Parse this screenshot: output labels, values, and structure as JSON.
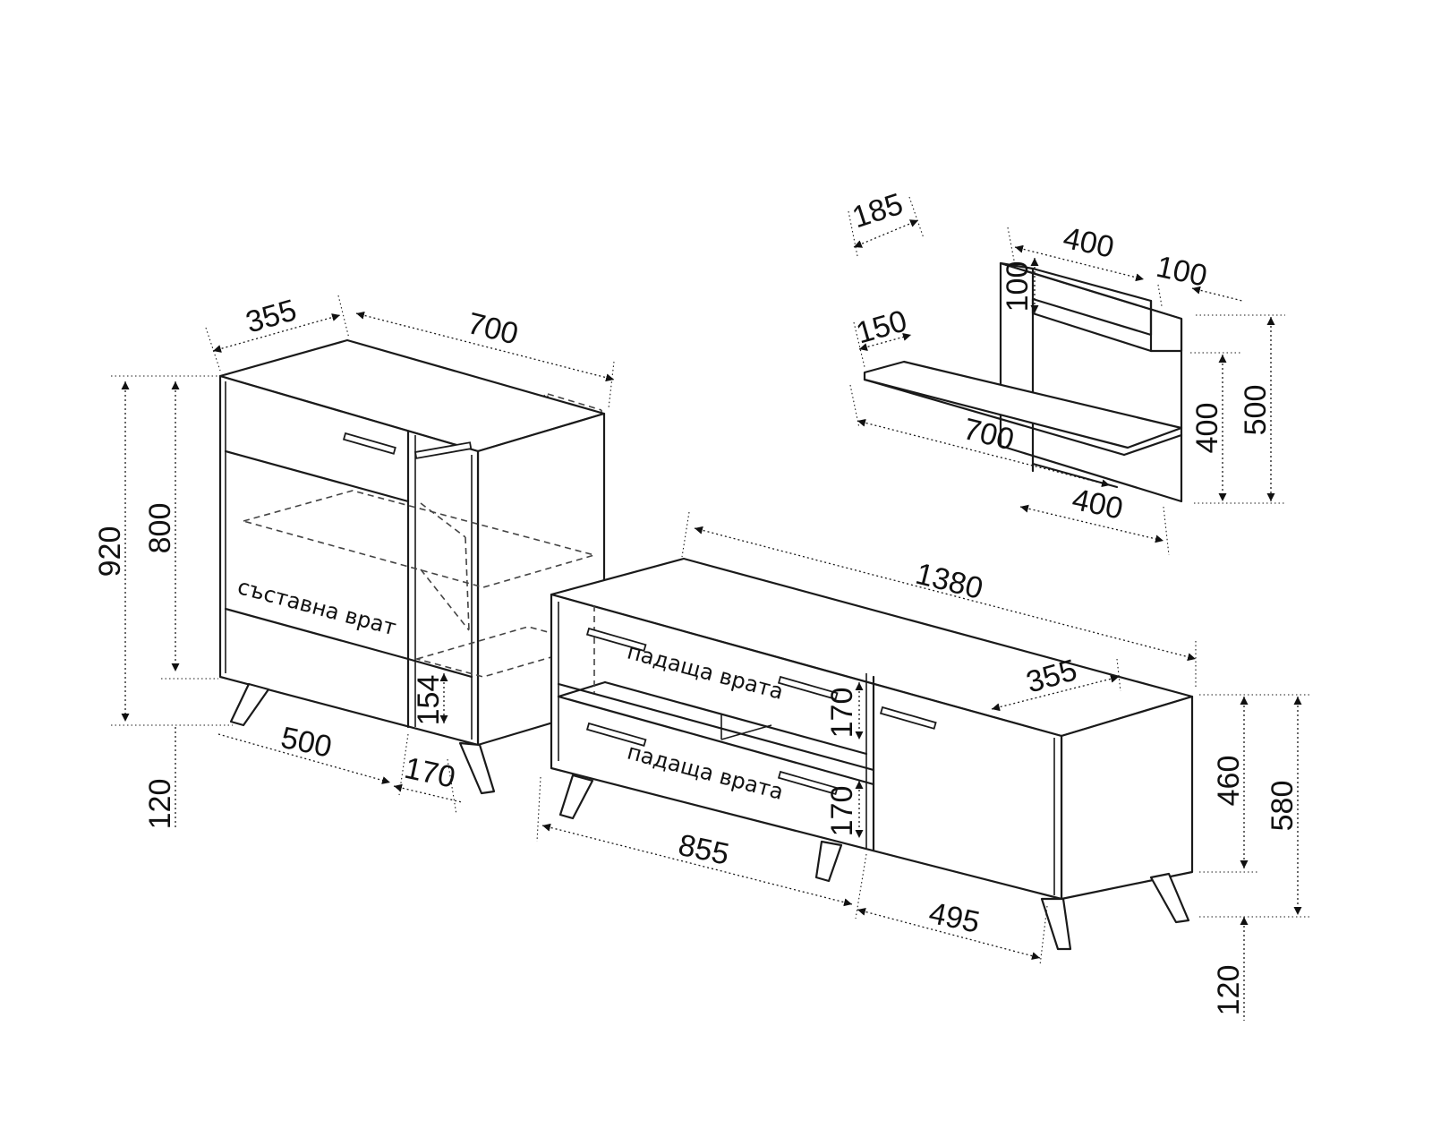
{
  "drawing": {
    "cabinet": {
      "width": "700",
      "depth": "355",
      "total_height": "920",
      "body_height": "800",
      "leg_height": "120",
      "front_left": "500",
      "front_right": "170",
      "small_door": "154",
      "door_label": "съставна врат"
    },
    "shelf": {
      "depth_top": "185",
      "depth_shelf": "150",
      "panel_top_width": "400",
      "offset": "100",
      "panel_top_height": "100",
      "shelf_width": "700",
      "panel_height": "400",
      "total_height": "500",
      "panel_bottom_width": "400"
    },
    "tv_unit": {
      "width": "1380",
      "depth": "355",
      "drawer_label_top": "падаща врата",
      "drawer_label_bottom": "падаща врата",
      "drawer_height_top": "170",
      "drawer_height_bottom": "170",
      "front_left": "855",
      "front_right": "495",
      "body_height": "460",
      "total_height": "580",
      "leg_height": "120"
    }
  }
}
